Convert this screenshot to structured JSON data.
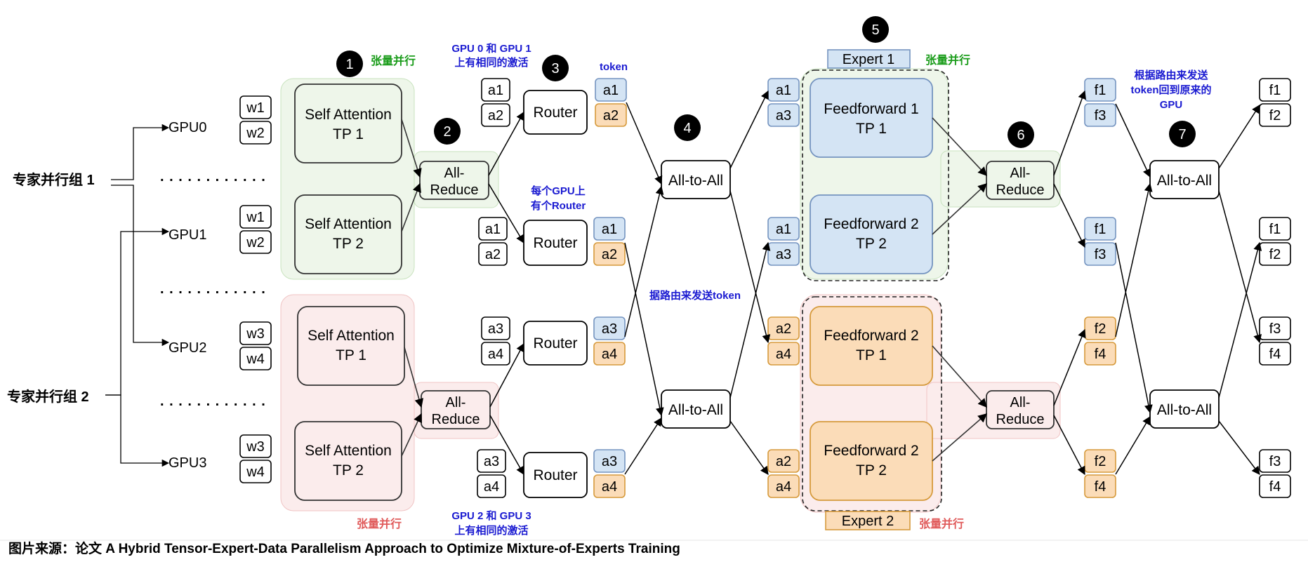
{
  "left_groups": {
    "group1": "专家并行组 1",
    "group2": "专家并行组 2",
    "gpus": [
      "GPU0",
      "GPU1",
      "GPU2",
      "GPU3"
    ]
  },
  "weights": {
    "gpu0": [
      "w1",
      "w2"
    ],
    "gpu1": [
      "w1",
      "w2"
    ],
    "gpu2": [
      "w3",
      "w4"
    ],
    "gpu3": [
      "w3",
      "w4"
    ]
  },
  "attention": {
    "line1": "Self Attention",
    "tp1": "TP 1",
    "tp2": "TP 2"
  },
  "allreduce": {
    "line1": "All-",
    "line2": "Reduce"
  },
  "router": "Router",
  "all_to_all": "All-to-All",
  "activations": {
    "router_inputs": [
      [
        "a1",
        "a2"
      ],
      [
        "a1",
        "a2"
      ],
      [
        "a3",
        "a4"
      ],
      [
        "a3",
        "a4"
      ]
    ],
    "router_outputs": [
      [
        "a1",
        "a2"
      ],
      [
        "a1",
        "a2"
      ],
      [
        "a3",
        "a4"
      ],
      [
        "a3",
        "a4"
      ]
    ],
    "expert_inputs": [
      [
        "a1",
        "a3"
      ],
      [
        "a1",
        "a3"
      ],
      [
        "a2",
        "a4"
      ],
      [
        "a2",
        "a4"
      ]
    ],
    "expert_outputs": [
      [
        "f1",
        "f3"
      ],
      [
        "f1",
        "f3"
      ],
      [
        "f2",
        "f4"
      ],
      [
        "f2",
        "f4"
      ]
    ],
    "final_outputs": [
      [
        "f1",
        "f2"
      ],
      [
        "f1",
        "f2"
      ],
      [
        "f3",
        "f4"
      ],
      [
        "f3",
        "f4"
      ]
    ]
  },
  "experts": {
    "expert1_label": "Expert 1",
    "expert2_label": "Expert 2",
    "ff1_line1": "Feedforward 1",
    "ff2_line1": "Feedforward 2",
    "tp1": "TP 1",
    "tp2": "TP 2"
  },
  "badges": [
    "1",
    "2",
    "3",
    "4",
    "5",
    "6",
    "7"
  ],
  "notes": {
    "tensor_parallel": "张量并行",
    "same_act_01_line1": "GPU 0 和 GPU 1",
    "same_act_01_line2": "上有相同的激活",
    "same_act_23_line1": "GPU 2 和 GPU 3",
    "same_act_23_line2": "上有相同的激活",
    "token": "token",
    "router_each_line1": "每个GPU上",
    "router_each_line2": "有个Router",
    "send_by_route": "据路由来发送token",
    "return_line1": "根据路由来发送",
    "return_line2": "token回到原来的",
    "return_line3": "GPU"
  },
  "dots": ". . . . . . . . . . . .",
  "caption": "图片来源：论文 A Hybrid Tensor-Expert-Data Parallelism Approach to Optimize Mixture-of-Experts Training",
  "colors": {
    "green_bg": "#eef6ea",
    "green_border": "#c9e3bf",
    "red_bg": "#fbecec",
    "red_border": "#f0c4c4",
    "blue_fill": "#d4e4f4",
    "blue_stroke": "#7594c0",
    "orange_fill": "#fbdcb8",
    "orange_stroke": "#d69a3c",
    "note_blue": "#1a1ad1",
    "note_green": "#1a9c1a",
    "note_red": "#e05a5a"
  }
}
